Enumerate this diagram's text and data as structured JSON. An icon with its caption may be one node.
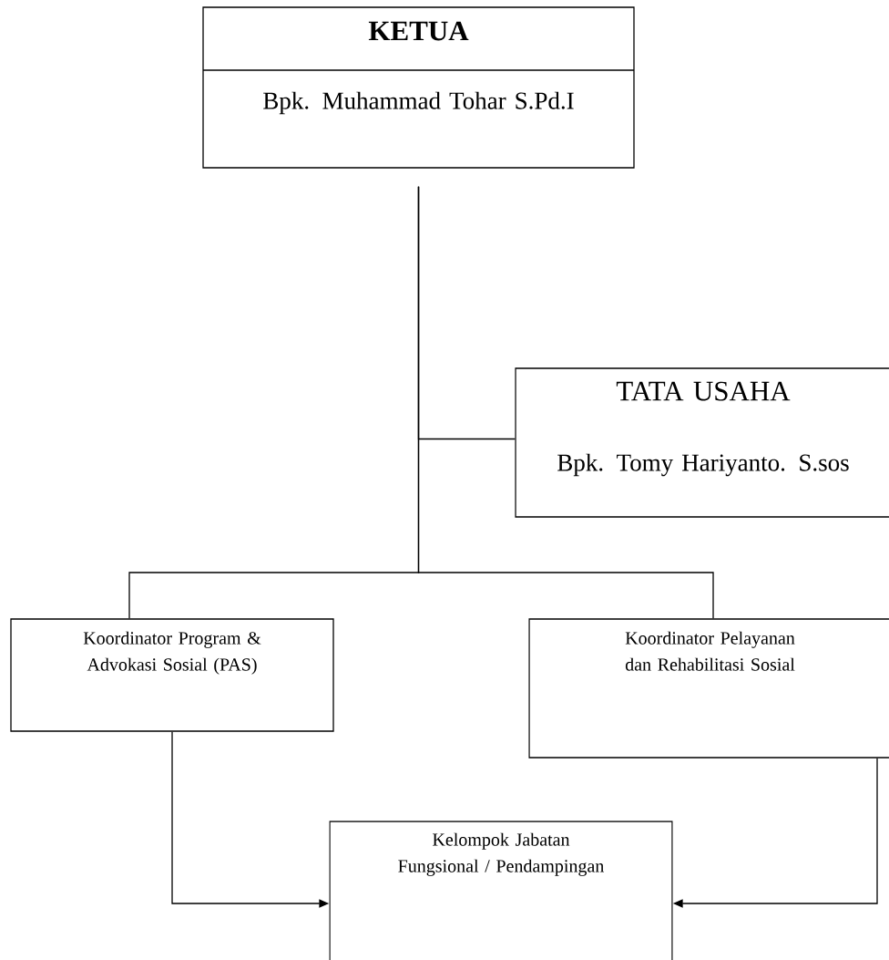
{
  "diagram": {
    "nodes": [
      {
        "text": [
          "KETUA",
          "Bpk. Muhammad Tohar S.Pd.I"
        ]
      },
      {
        "text": [
          "TATA USAHA",
          "Bpk. Tomy Hariyanto. S.sos"
        ]
      },
      {
        "text": [
          "Koordinator Program & Advokasi Sosial (PAS)"
        ]
      },
      {
        "text": [
          "Koordinator Pelayanan dan Rehabilitasi Sosial"
        ]
      },
      {
        "text": [
          "Kelompok Jabatan Fungsional / Pendampingan"
        ]
      }
    ],
    "edges": [
      {
        "from": 0,
        "to": 1,
        "arrow": "none"
      },
      {
        "from": 0,
        "to": 2,
        "arrow": "none"
      },
      {
        "from": 0,
        "to": 3,
        "arrow": "none"
      },
      {
        "from": 2,
        "to": 4,
        "arrow": "to"
      },
      {
        "from": 3,
        "to": 4,
        "arrow": "to"
      }
    ]
  }
}
